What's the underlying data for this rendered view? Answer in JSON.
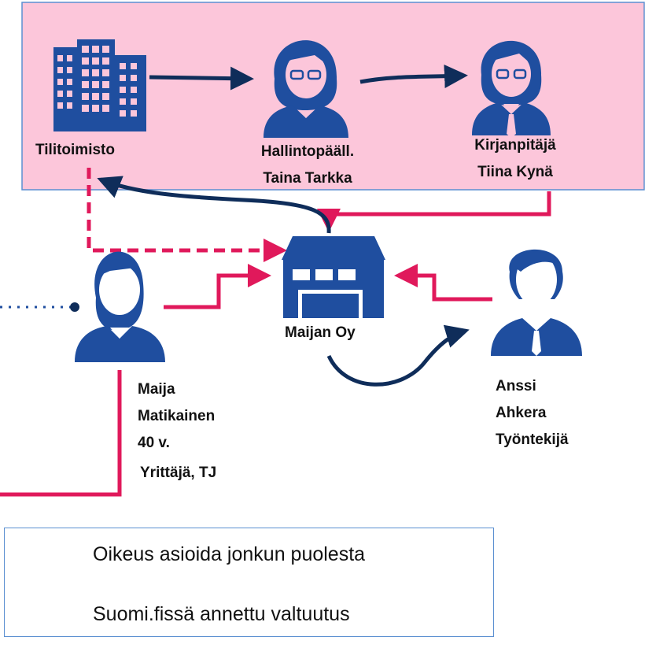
{
  "colors": {
    "top_panel_fill": "#fcc6da",
    "top_panel_border": "#5b8fd1",
    "pink_arrow": "#e0195b",
    "navy_arrow": "#0f2d5a",
    "icon_blue": "#1f4e9f"
  },
  "nodes": {
    "tilitoimisto": {
      "icon": "office-building-icon",
      "label": "Tilitoimisto"
    },
    "hallintopaall": {
      "icon": "woman-with-glasses-icon",
      "line1": "Hallintopääll.",
      "line2": "Taina Tarkka"
    },
    "kirjanpitaja": {
      "icon": "woman-with-glasses-and-tie-icon",
      "line1": "Kirjanpitäjä",
      "line2": "Tiina Kynä"
    },
    "maijan_oy": {
      "icon": "company-building-icon",
      "label": "Maijan Oy"
    },
    "maija": {
      "icon": "woman-icon",
      "line1": "Maija",
      "line2": "Matikainen",
      "line3": "40 v.",
      "line4": "Yrittäjä, TJ"
    },
    "anssi": {
      "icon": "man-with-tie-icon",
      "line1": "Anssi",
      "line2": "Ahkera",
      "line3": "Työntekijä"
    }
  },
  "legend": {
    "items": [
      {
        "arrow": "pink-arrow",
        "label": "Oikeus asioida jonkun puolesta"
      },
      {
        "arrow": "navy-arrow",
        "label": "Suomi.fissä annettu valtuutus"
      }
    ]
  }
}
